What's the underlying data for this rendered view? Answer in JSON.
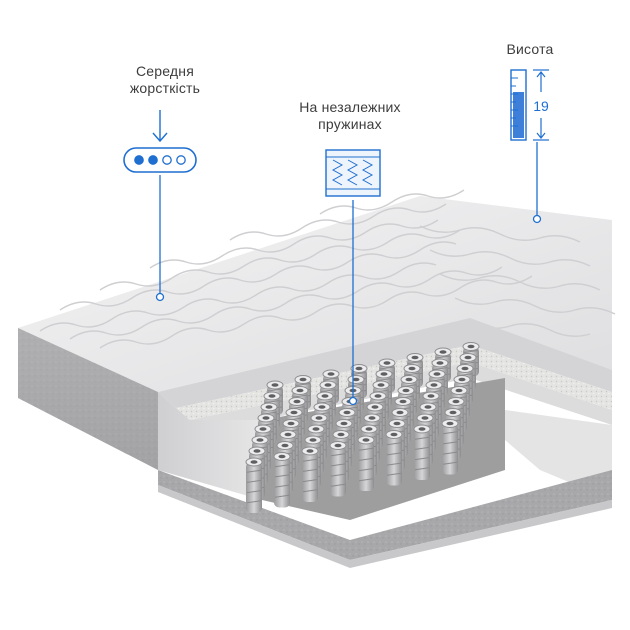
{
  "features": [
    {
      "id": "firmness",
      "lines": [
        "Середня",
        "жорсткість"
      ],
      "icon": "firmness-level-icon",
      "level_filled": 2,
      "level_total": 4
    },
    {
      "id": "springs",
      "lines": [
        "На незалежних",
        "пружинах"
      ],
      "icon": "pocket-springs-icon"
    },
    {
      "id": "height",
      "lines": [
        "Висота"
      ],
      "icon": "height-ruler-icon",
      "value": "19"
    }
  ],
  "colors": {
    "accent": "#1f6fd1",
    "mattress_top": "#e9e9ea",
    "mattress_side": "#a9a9ab",
    "foam": "#d9d9da",
    "springs": "#c4c4c6"
  }
}
